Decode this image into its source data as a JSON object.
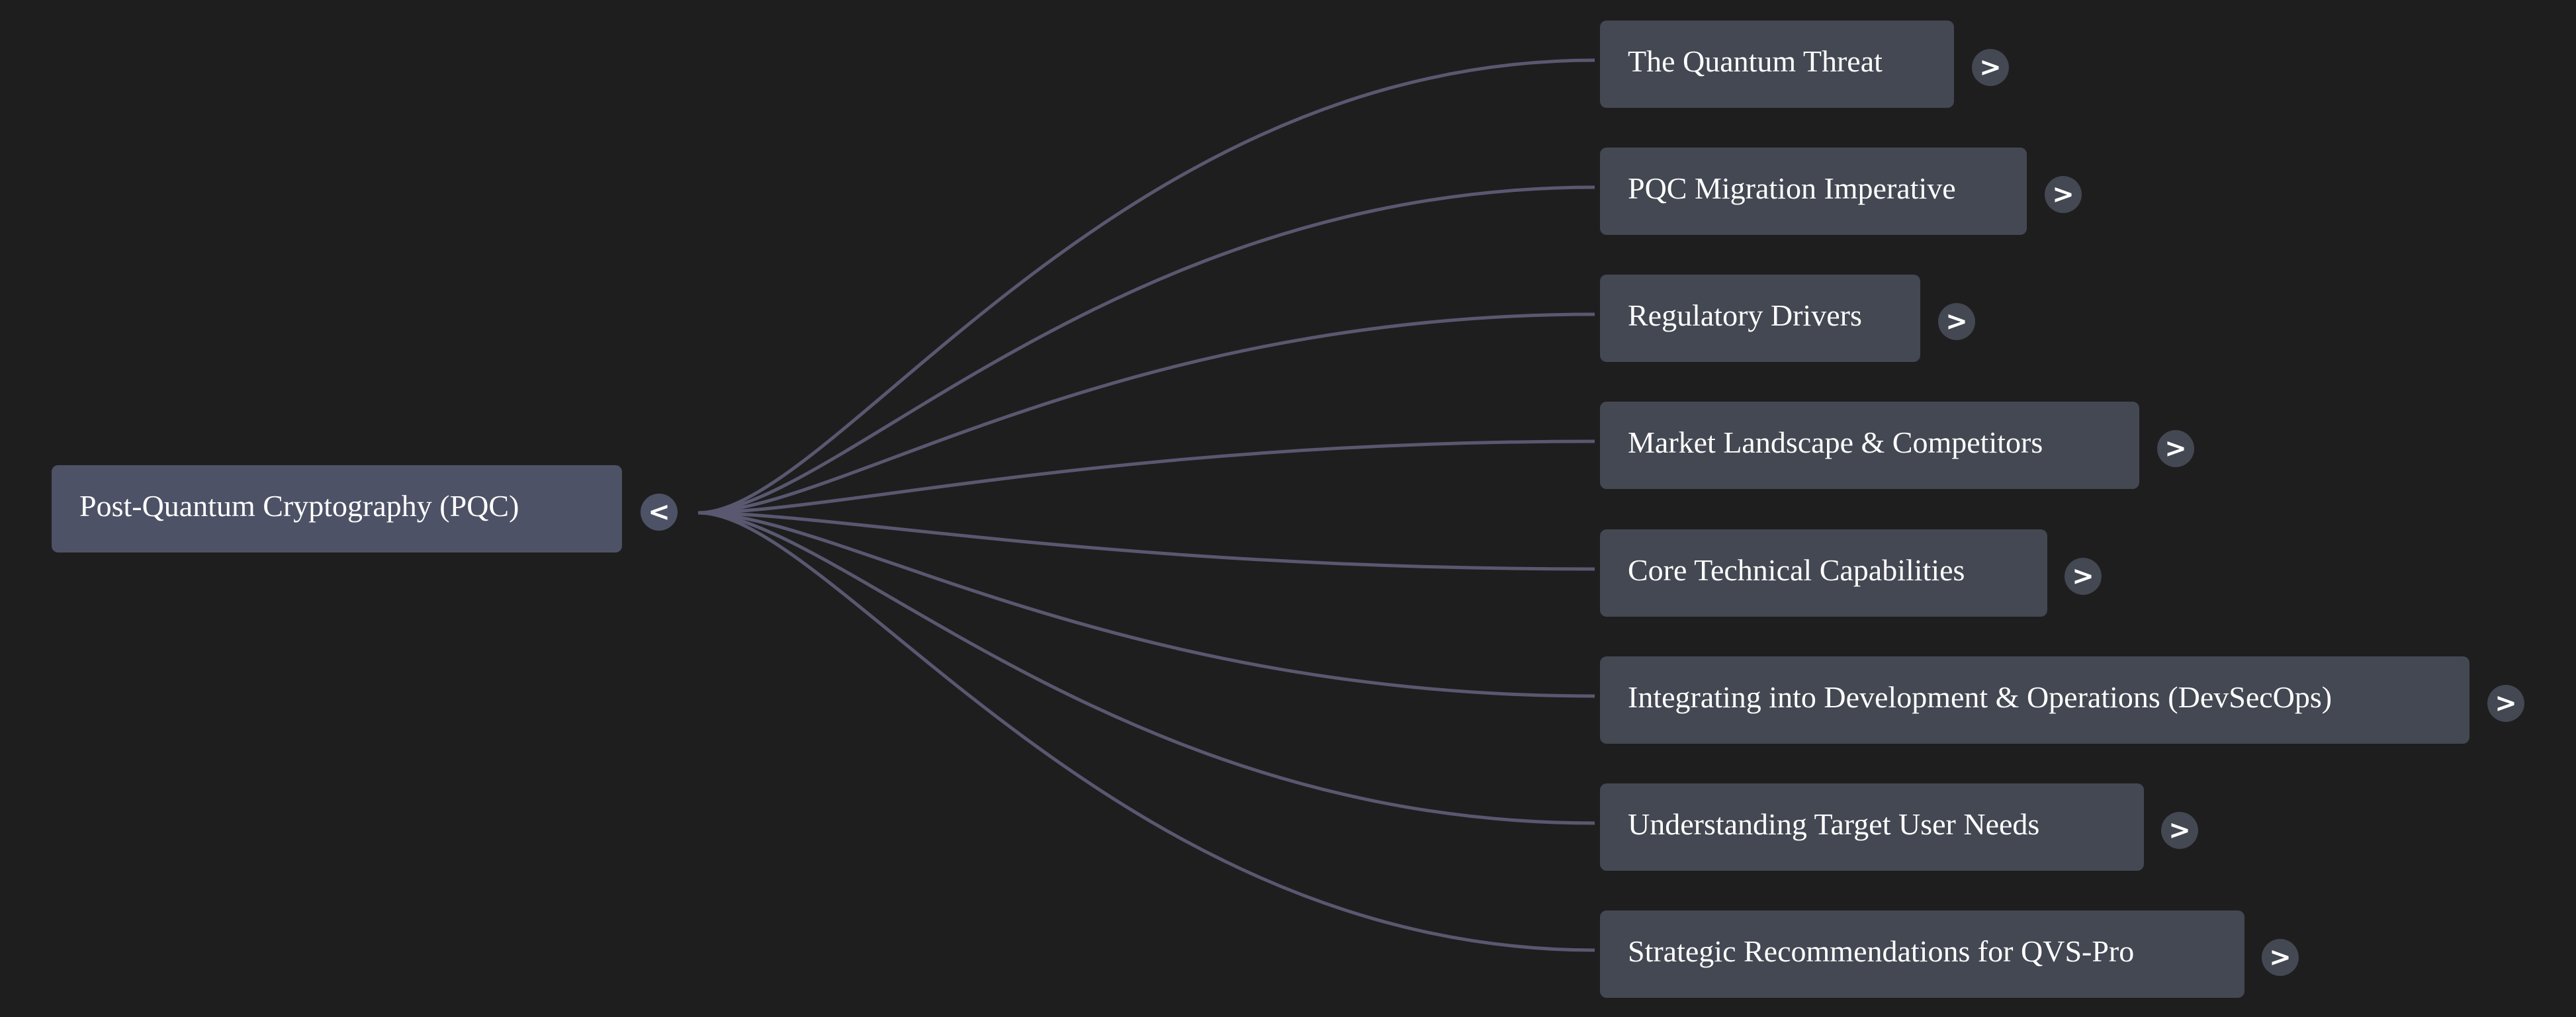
{
  "mindmap": {
    "root": {
      "label": "Post-Quantum Cryptography (PQC)",
      "toggle": "<"
    },
    "children": [
      {
        "label": "The Quantum Threat",
        "toggle": ">"
      },
      {
        "label": "PQC Migration Imperative",
        "toggle": ">"
      },
      {
        "label": "Regulatory Drivers",
        "toggle": ">"
      },
      {
        "label": "Market Landscape & Competitors",
        "toggle": ">"
      },
      {
        "label": "Core Technical Capabilities",
        "toggle": ">"
      },
      {
        "label": "Integrating into Development & Operations (DevSecOps)",
        "toggle": ">"
      },
      {
        "label": "Understanding Target User Needs",
        "toggle": ">"
      },
      {
        "label": "Strategic Recommendations for QVS-Pro",
        "toggle": ">"
      }
    ]
  },
  "colors": {
    "background": "#1e1e1e",
    "root_node": "#4e5266",
    "child_node": "#434852",
    "link": "#5a5870",
    "text": "#ffffff"
  }
}
